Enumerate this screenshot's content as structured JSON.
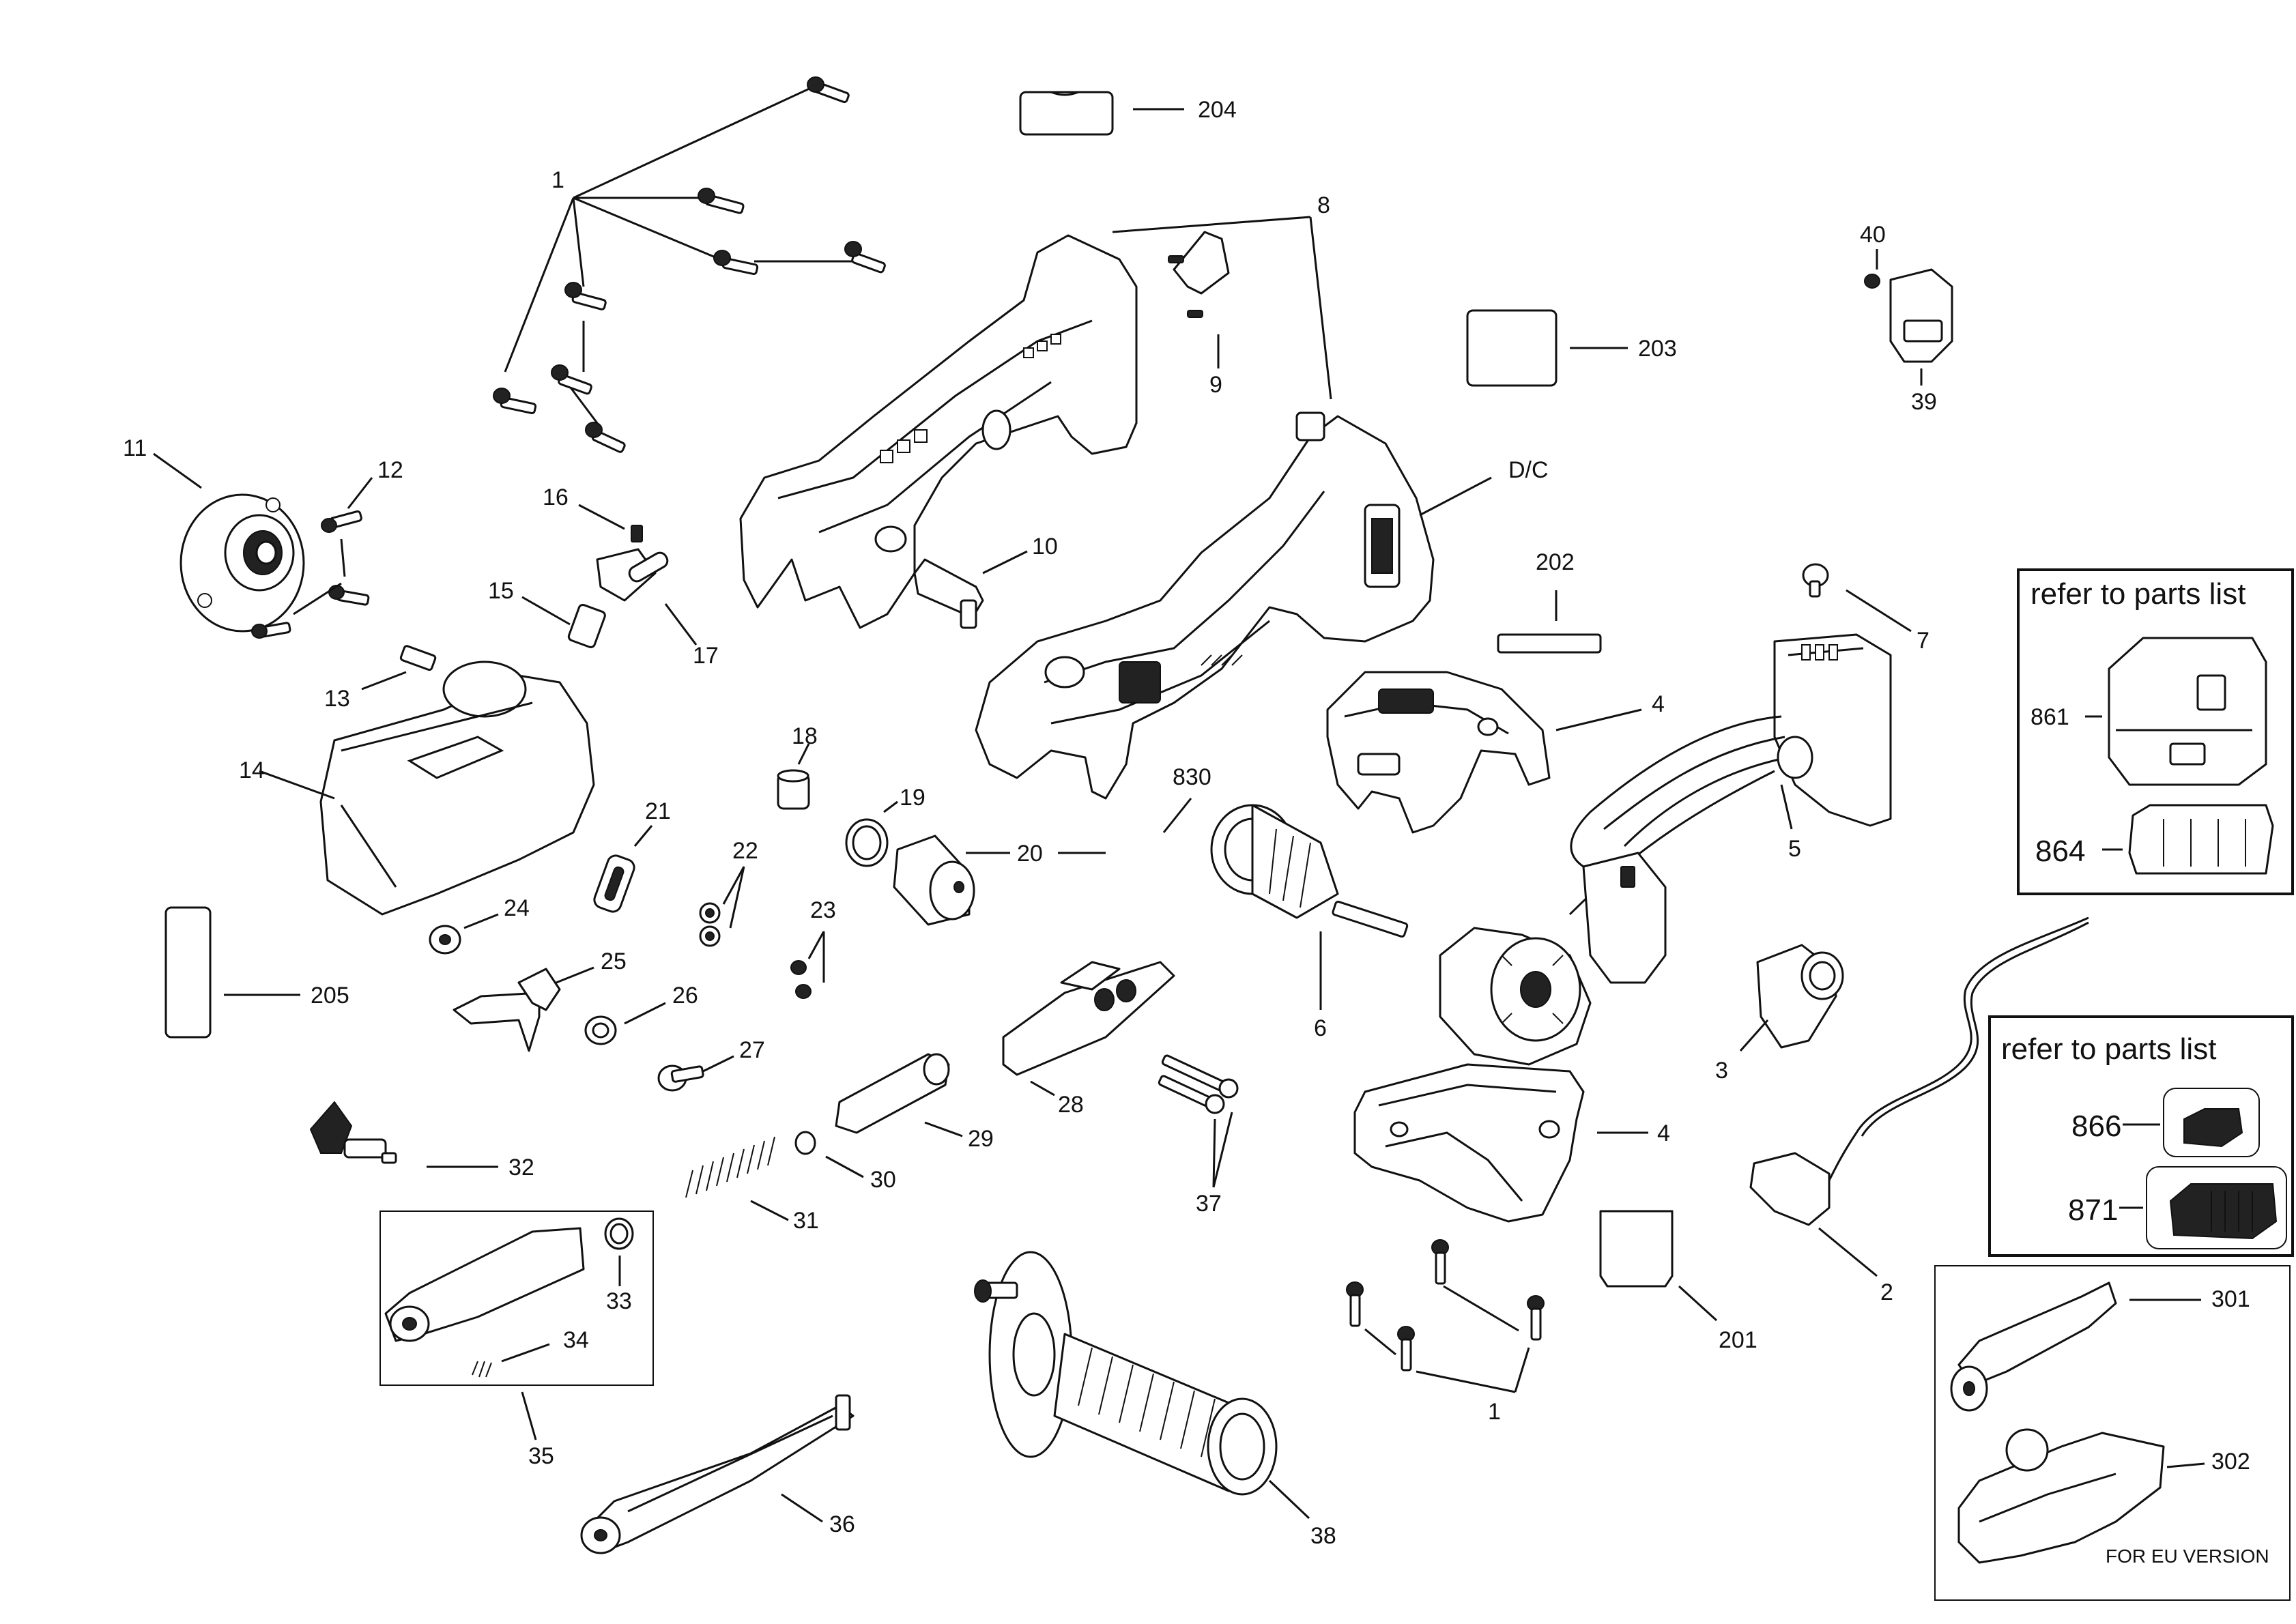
{
  "labels": {
    "l1a": "1",
    "l1b": "1",
    "l2": "2",
    "l3": "3",
    "l4a": "4",
    "l4b": "4",
    "l5": "5",
    "l6": "6",
    "l7": "7",
    "l8": "8",
    "l9": "9",
    "l10": "10",
    "l11": "11",
    "l12": "12",
    "l13": "13",
    "l14": "14",
    "l15": "15",
    "l16": "16",
    "l17": "17",
    "l18": "18",
    "l19": "19",
    "l20": "20",
    "l21": "21",
    "l22": "22",
    "l23": "23",
    "l24": "24",
    "l25": "25",
    "l26": "26",
    "l27": "27",
    "l28": "28",
    "l29": "29",
    "l30": "30",
    "l31": "31",
    "l32": "32",
    "l33": "33",
    "l34": "34",
    "l35": "35",
    "l36": "36",
    "l37": "37",
    "l38": "38",
    "l39": "39",
    "l40": "40",
    "l201": "201",
    "l202": "202",
    "l203": "203",
    "l204": "204",
    "l205": "205",
    "l301": "301",
    "l302": "302",
    "l830": "830",
    "ldc": "D/C",
    "l861": "861",
    "l864": "864",
    "l866": "866",
    "l871": "871"
  },
  "boxes": {
    "refer_top": "refer to parts list",
    "refer_bottom": "refer to parts list",
    "eu_version": "FOR  EU VERSION"
  }
}
